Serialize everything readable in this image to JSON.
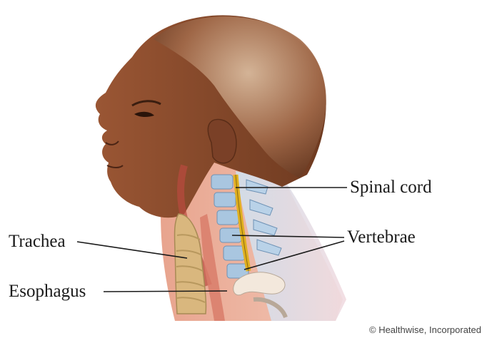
{
  "labels": {
    "spinal_cord": "Spinal cord",
    "vertebrae": "Vertebrae",
    "trachea": "Trachea",
    "esophagus": "Esophagus"
  },
  "copyright": "© Healthwise, Incorporated",
  "colors": {
    "skin": "#8a4a2c",
    "skin_dark": "#6b3a22",
    "hair": "#7a4a30",
    "hair_light": "#c9a78c",
    "tissue_pink": "#e3a08f",
    "trachea_tan": "#d9b77e",
    "vertebra_blue": "#a9c6e0",
    "spinal_yellow": "#e0b020",
    "leader_line": "#1a1a1a"
  }
}
